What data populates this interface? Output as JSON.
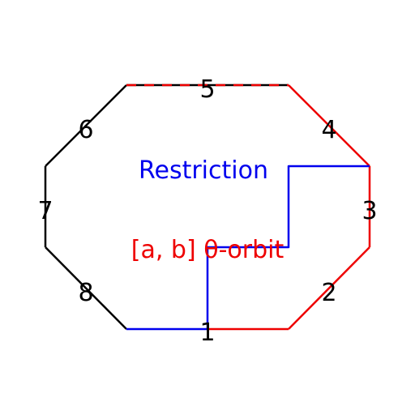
{
  "colors": {
    "outline": "#000000",
    "orbit": "#ee0000",
    "restriction": "#0000ee"
  },
  "edge_labels": {
    "e1": "1",
    "e2": "2",
    "e3": "3",
    "e4": "4",
    "e5": "5",
    "e6": "6",
    "e7": "7",
    "e8": "8"
  },
  "captions": {
    "restriction": "Restriction",
    "orbit": "[a, b] θ-orbit"
  }
}
